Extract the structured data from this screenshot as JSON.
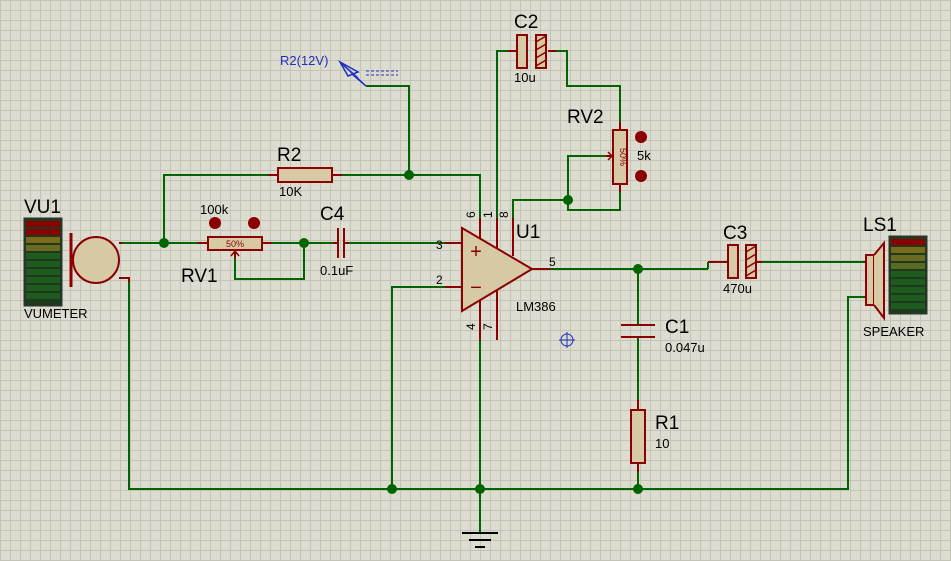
{
  "components": {
    "vu1": {
      "ref": "VU1",
      "value": "VUMETER"
    },
    "ls1": {
      "ref": "LS1",
      "value": "SPEAKER"
    },
    "r2": {
      "ref": "R2",
      "value": "10K"
    },
    "rv1": {
      "ref": "RV1",
      "value": "100k",
      "wiper": "50%"
    },
    "c4": {
      "ref": "C4",
      "value": "0.1uF"
    },
    "c2": {
      "ref": "C2",
      "value": "10u"
    },
    "rv2": {
      "ref": "RV2",
      "value": "5k",
      "wiper": "50%"
    },
    "u1": {
      "ref": "U1",
      "value": "LM386",
      "plus": "+",
      "minus": "−",
      "pins": {
        "p2": "2",
        "p3": "3",
        "p4": "4",
        "p5": "5",
        "p6": "6",
        "p7": "7",
        "p1": "1",
        "p8": "8"
      }
    },
    "c3": {
      "ref": "C3",
      "value": "470u"
    },
    "c1": {
      "ref": "C1",
      "value": "0.047u"
    },
    "r1": {
      "ref": "R1",
      "value": "10"
    }
  },
  "net_labels": {
    "supply": "R2(12V)"
  },
  "colors": {
    "wire": "#006400",
    "component": "#8b0000",
    "fill": "#d8c9a6",
    "net_label": "#1f2fbf",
    "background": "#dcdcd0"
  },
  "icons": [
    "origin-marker-icon",
    "ground-icon",
    "terminal-icon",
    "probe-icon"
  ]
}
